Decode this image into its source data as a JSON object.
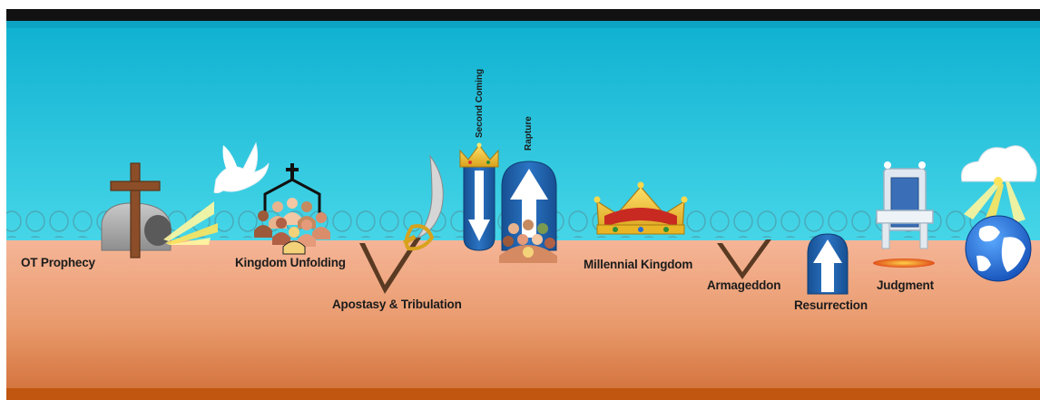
{
  "timeline": {
    "labels": {
      "ot_prophecy": "OT Prophecy",
      "kingdom_unfolding": "Kingdom Unfolding",
      "apostasy_tribulation": "Apostasy & Tribulation",
      "second_coming": "Second Coming",
      "rapture": "Rapture",
      "millennial_kingdom": "Millennial Kingdom",
      "armageddon": "Armageddon",
      "resurrection": "Resurrection",
      "judgment": "Judgment"
    }
  },
  "colors": {
    "sky_top": "#13b6d4",
    "sky_bottom": "#3fd0e6",
    "ground_top": "#f3ab8a",
    "ground_bottom": "#d6753f",
    "bar_top": "#111111",
    "bar_bottom": "#c25a12",
    "arrow_blue": "#1a5da9",
    "crown_gold": "#f2c230",
    "wood": "#8b4e28"
  },
  "icons": [
    "cross-icon",
    "empty-tomb-icon",
    "dove-icon",
    "church-icon",
    "crowd-icon",
    "sword-icon",
    "crown-icon",
    "down-arrow-icon",
    "up-arrow-icon",
    "throne-icon",
    "lake-of-fire-icon",
    "cloud-icon",
    "globe-icon"
  ]
}
